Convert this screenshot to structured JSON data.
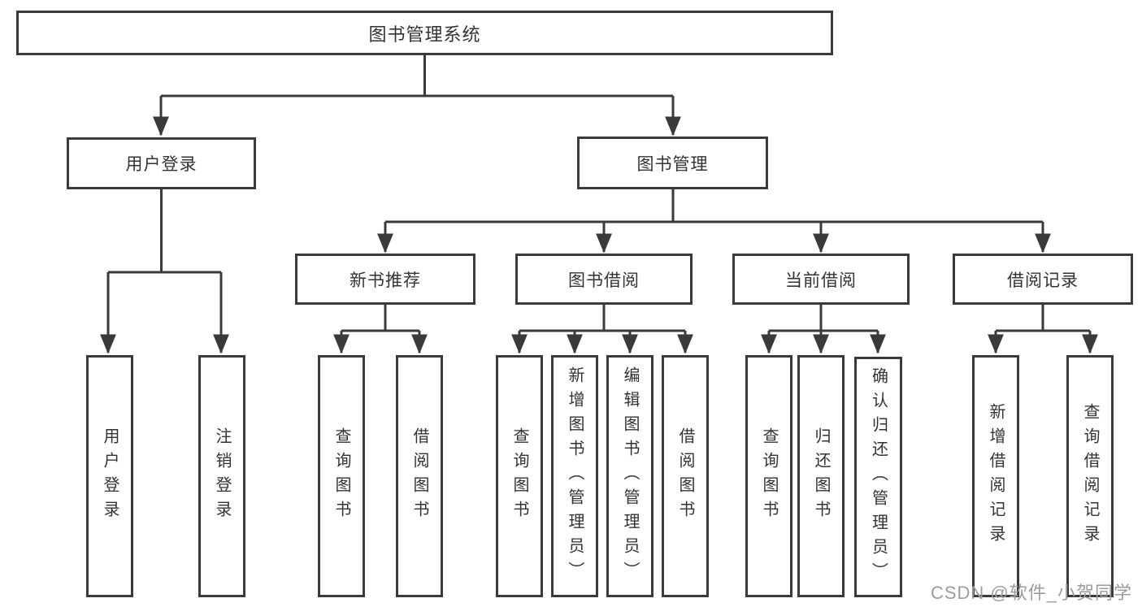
{
  "colors": {
    "line": "#3a3a3a",
    "box_border": "#3a3a3a",
    "text": "#333333",
    "watermark_text": "#9c9c9c",
    "background": "#ffffff"
  },
  "tree": {
    "root": "图书管理系统",
    "branches": [
      {
        "label": "用户登录",
        "children": [
          "用户登录",
          "注销登录"
        ]
      },
      {
        "label": "图书管理",
        "sections": [
          {
            "label": "新书推荐",
            "children": [
              "查询图书",
              "借阅图书"
            ]
          },
          {
            "label": "图书借阅",
            "children": [
              "查询图书",
              "新增图书（管理员）",
              "编辑图书（管理员）",
              "借阅图书"
            ]
          },
          {
            "label": "当前借阅",
            "children": [
              "查询图书",
              "归还图书",
              "确认归还（管理员）"
            ]
          },
          {
            "label": "借阅记录",
            "children": [
              "新增借阅记录",
              "查询借阅记录"
            ]
          }
        ]
      }
    ]
  },
  "watermark": {
    "text": "CSDN @软件_小贺同学"
  }
}
